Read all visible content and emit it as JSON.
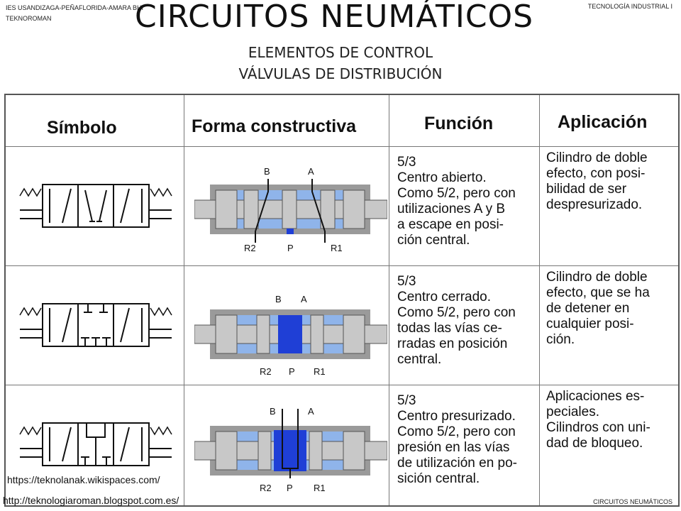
{
  "header": {
    "school_line1": "IES USANDIZAGA-PEÑAFLORIDA-AMARA BHI",
    "school_line2": "TEKNOROMAN",
    "course": "TECNOLOGÍA INDUSTRIAL I",
    "title": "CIRCUITOS NEUMÁTICOS",
    "subtitle1": "ELEMENTOS DE CONTROL",
    "subtitle2": "VÁLVULAS DE DISTRIBUCIÓN"
  },
  "table": {
    "columns": [
      "Símbolo",
      "Forma constructiva",
      "Función",
      "Aplicación"
    ],
    "port_labels": {
      "a": "A",
      "b": "B",
      "p": "P",
      "r1": "R1",
      "r2": "R2"
    },
    "rows": [
      {
        "funcion": [
          "5/3",
          "Centro abierto.",
          "Como 5/2, pero con",
          "utilizaciones A y B",
          "a escape en posi-",
          "ción central."
        ],
        "aplicacion": [
          "Cilindro de doble",
          "efecto, con posi-",
          "bilidad de ser",
          "despresurizado."
        ]
      },
      {
        "funcion": [
          "5/3",
          "Centro cerrado.",
          "Como 5/2, pero con",
          "todas las vías ce-",
          "rradas en posición",
          "central."
        ],
        "aplicacion": [
          "Cilindro de doble",
          "efecto, que se ha",
          "de detener en",
          "cualquier posi-",
          "ción."
        ]
      },
      {
        "funcion": [
          "5/3",
          "Centro presurizado.",
          "Como 5/2, pero con",
          "presión en las vías",
          "de utilización en po-",
          "sición central."
        ],
        "aplicacion": [
          "Aplicaciones es-",
          "peciales.",
          "Cilindros con uni-",
          "dad de bloqueo."
        ]
      }
    ]
  },
  "footer": {
    "url1": "https://teknolanak.wikispaces.com/",
    "url2": "http://teknologiaroman.blogspot.com.es/",
    "right": "CIRCUITOS NEUMÁTICOS"
  },
  "colors": {
    "light_blue": "#8fb4ea",
    "dark_blue": "#1f3fd6",
    "gray": "#c8c8c8",
    "dark_gray": "#7a7a7a"
  }
}
